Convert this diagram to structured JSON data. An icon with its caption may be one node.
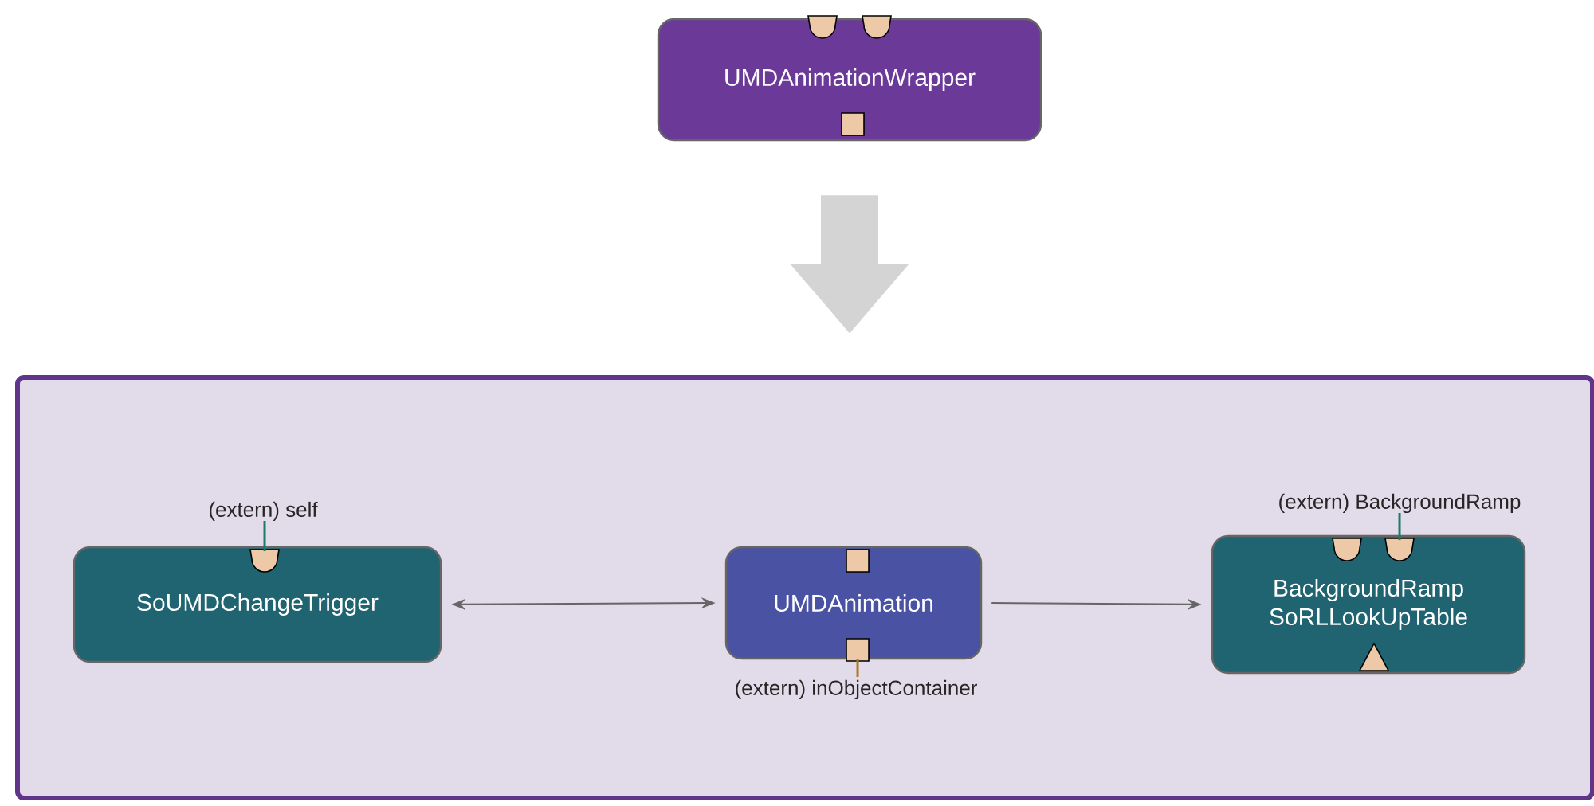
{
  "diagram": {
    "nodes": [
      {
        "text": [
          "UMDAnimationWrapper"
        ]
      },
      {
        "text": [],
        "shape": "box"
      },
      {
        "text": [
          "SoUMDChangeTrigger"
        ],
        "in": 1,
        "beside": [
          "(extern) self"
        ]
      },
      {
        "text": [
          "UMDAnimation"
        ],
        "in": 1,
        "beside": [
          "(extern) inObjectContainer"
        ]
      },
      {
        "text": [
          "BackgroundRamp",
          "SoRLLookUpTable"
        ],
        "in": 1,
        "beside": [
          "(extern) BackgroundRamp"
        ]
      }
    ],
    "edges": [
      {
        "from": 0,
        "to": 1,
        "arrow": "to",
        "style": "thick",
        "color": "#d4d4d4"
      },
      {
        "from": 2,
        "to": 3,
        "arrow": "both"
      },
      {
        "from": 3,
        "to": 4,
        "arrow": "to"
      }
    ]
  }
}
